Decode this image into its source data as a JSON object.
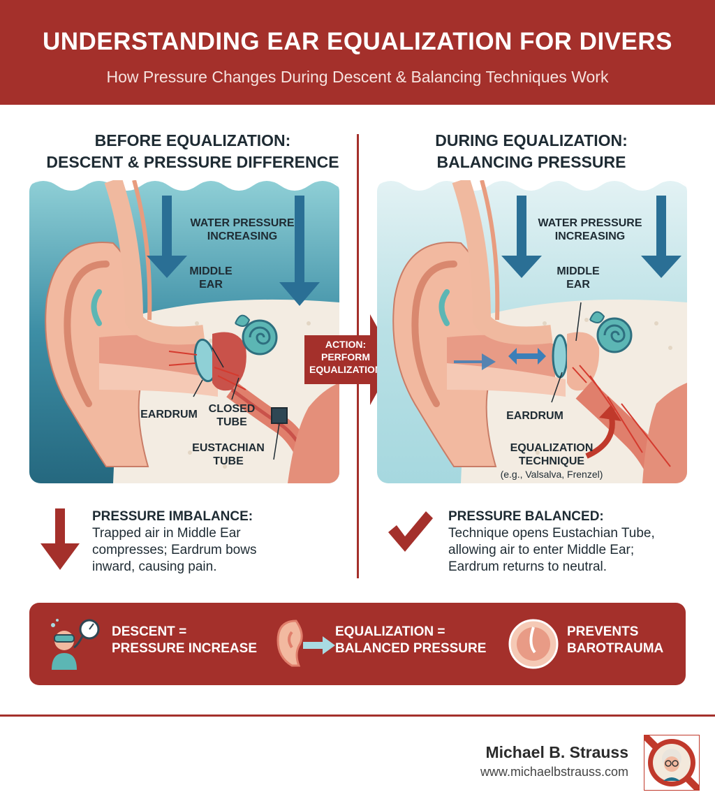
{
  "header": {
    "title": "UNDERSTANDING EAR EQUALIZATION FOR DIVERS",
    "subtitle": "How Pressure Changes During Descent & Balancing Techniques Work"
  },
  "left_panel": {
    "title_lines": [
      "BEFORE EQUALIZATION:",
      "DESCENT & PRESSURE DIFFERENCE"
    ],
    "labels": {
      "water_pressure": [
        "WATER PRESSURE",
        "INCREASING"
      ],
      "middle_ear": [
        "MIDDLE",
        "EAR"
      ],
      "eardrum": "EARDRUM",
      "closed_tube": [
        "CLOSED",
        "TUBE"
      ],
      "eustachian_tube": [
        "EUSTACHIAN",
        "TUBE"
      ]
    },
    "note": {
      "heading": "PRESSURE IMBALANCE:",
      "lines": [
        "Trapped air in Middle Ear",
        "compresses; Eardrum bows",
        "inward, causing pain."
      ],
      "icon": "down-arrow-icon"
    }
  },
  "action": {
    "lines": [
      "ACTION:",
      "PERFORM",
      "EQUALIZATION"
    ]
  },
  "right_panel": {
    "title_lines": [
      "DURING EQUALIZATION:",
      "BALANCING PRESSURE"
    ],
    "labels": {
      "water_pressure": [
        "WATER PRESSURE",
        "INCREASING"
      ],
      "middle_ear": [
        "MIDDLE",
        "EAR"
      ],
      "eardrum": "EARDRUM",
      "technique": [
        "EQUALIZATION",
        "TECHNIQUE"
      ],
      "technique_examples": "(e.g., Valsalva, Frenzel)"
    },
    "note": {
      "heading": "PRESSURE BALANCED:",
      "lines": [
        "Technique opens Eustachian Tube,",
        "allowing air to enter Middle Ear;",
        "Eardrum returns to neutral."
      ],
      "icon": "checkmark-icon"
    }
  },
  "summary_banner": {
    "items": [
      {
        "icon": "diver-gauge-icon",
        "lines": [
          "DESCENT =",
          "PRESSURE INCREASE"
        ]
      },
      {
        "icon": "ear-arrow-icon",
        "lines": [
          "EQUALIZATION =",
          "BALANCED PRESSURE"
        ]
      },
      {
        "icon": "eardrum-shield-icon",
        "lines": [
          "PREVENTS",
          "BAROTRAUMA"
        ]
      }
    ]
  },
  "footer": {
    "author": "Michael B. Strauss",
    "url": "www.michaelbstrauss.com",
    "logo_icon": "author-portrait-logo"
  },
  "colors": {
    "brand_red": "#a4302b",
    "water_dark": "#2f7f95",
    "water_light": "#a9dbe2",
    "skin": "#f2b9a0",
    "inner_ear": "#5cb6b4"
  }
}
